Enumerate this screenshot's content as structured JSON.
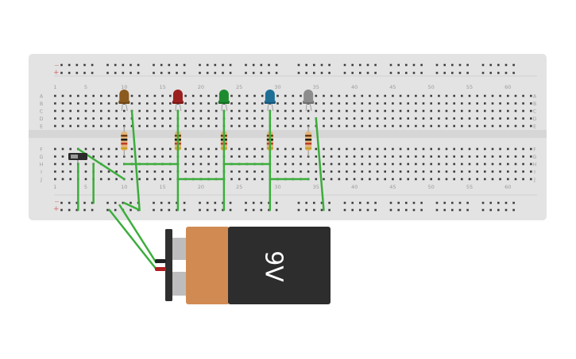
{
  "breadboard": {
    "rail_plus": "+",
    "rail_minus": "−",
    "row_labels_top": [
      "A",
      "B",
      "C",
      "D",
      "E"
    ],
    "row_labels_bottom": [
      "F",
      "G",
      "H",
      "I",
      "J"
    ],
    "column_labels": [
      "1",
      "5",
      "10",
      "15",
      "20",
      "25",
      "30",
      "35",
      "40",
      "45",
      "50",
      "55",
      "60"
    ],
    "column_label_numbers": [
      1,
      5,
      10,
      15,
      20,
      25,
      30,
      35,
      40,
      45,
      50,
      55,
      60
    ]
  },
  "leds": [
    {
      "color": "brown",
      "body": "#8a5a1e",
      "base": "#6e4615"
    },
    {
      "color": "red",
      "body": "#9c1f1f",
      "base": "#7a1414"
    },
    {
      "color": "green",
      "body": "#1e8c2e",
      "base": "#146b20"
    },
    {
      "color": "blue",
      "body": "#1f6e96",
      "base": "#16567a"
    },
    {
      "color": "gray",
      "body": "#8c8c8c",
      "base": "#6f6f6f"
    }
  ],
  "battery": {
    "label": "9V",
    "body_color": "#2d2d2d",
    "label_band_color": "#d18b52",
    "terminal_color": "#bdbdbd"
  },
  "wire_color": "#3cad3c",
  "switch": {
    "type": "slide-switch"
  }
}
